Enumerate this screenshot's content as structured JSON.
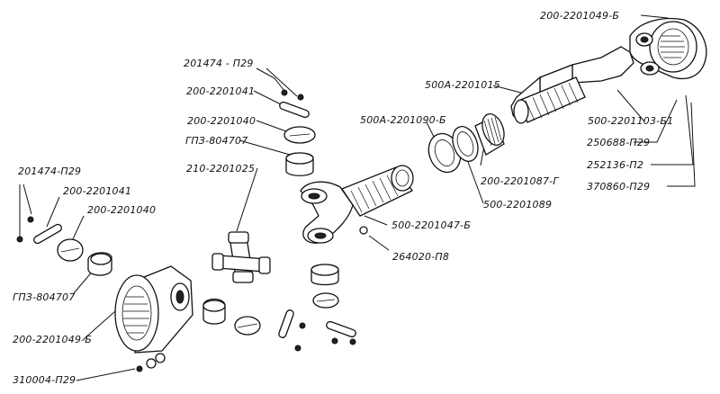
{
  "labels": {
    "l_200_2201049_b_top": "200-2201049-Б",
    "l_201474_p29_top": "201474 - П29",
    "l_200_2201041_top": "200-2201041",
    "l_200_2201040_top": "200-2201040",
    "l_gpz_804707_top": "ГПЗ-804707",
    "l_210_2201025": "210-2201025",
    "l_500a_2201015": "500А-2201015",
    "l_500a_2201090_b": "500А-2201090-Б",
    "l_500_2201103_b1": "500-2201103-Б1",
    "l_250688_p29": "250688-П29",
    "l_252136_p2": "252136-П2",
    "l_370860_p29": "370860-П29",
    "l_200_2201087_g": "200-2201087-Г",
    "l_500_2201089": "500-2201089",
    "l_500_2201047_b": "500-2201047-Б",
    "l_264020_p8": "264020-П8",
    "l_201474_p29_left": "201474-П29",
    "l_200_2201041_left": "200-2201041",
    "l_200_2201040_left": "200-2201040",
    "l_gpz_804707_left": "ГПЗ-804707",
    "l_200_2201049_b_left": "200-2201049-Б",
    "l_310004_p29": "310004-П29"
  }
}
